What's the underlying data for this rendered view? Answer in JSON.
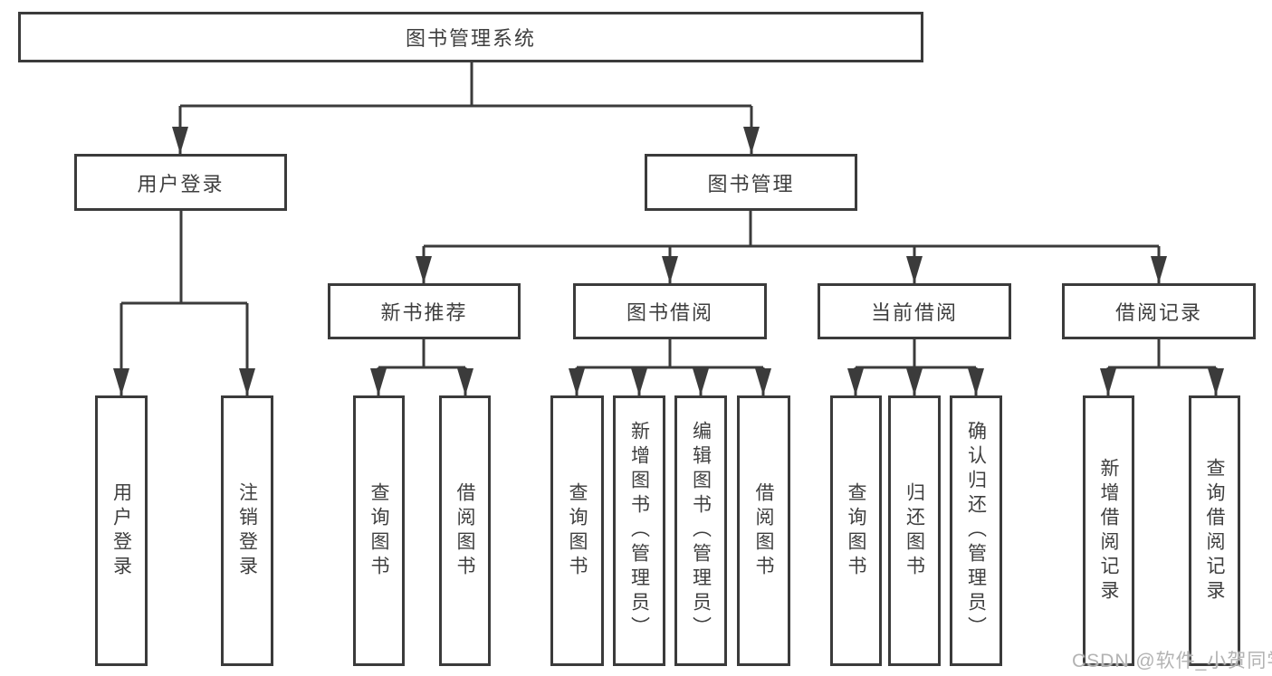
{
  "colors": {
    "line": "#3b3b3b",
    "text": "#3f3f3f",
    "watermark": "#b3b3b3",
    "bg": "#ffffff"
  },
  "tree": {
    "label": "图书管理系统",
    "children": [
      {
        "label": "用户登录",
        "children": [
          {
            "label": "用户登录"
          },
          {
            "label": "注销登录"
          }
        ]
      },
      {
        "label": "图书管理",
        "children": [
          {
            "label": "新书推荐",
            "children": [
              {
                "label": "查询图书"
              },
              {
                "label": "借阅图书"
              }
            ]
          },
          {
            "label": "图书借阅",
            "children": [
              {
                "label": "查询图书"
              },
              {
                "label": "新增图书（管理员）"
              },
              {
                "label": "编辑图书（管理员）"
              },
              {
                "label": "借阅图书"
              }
            ]
          },
          {
            "label": "当前借阅",
            "children": [
              {
                "label": "查询图书"
              },
              {
                "label": "归还图书"
              },
              {
                "label": "确认归还（管理员）"
              }
            ]
          },
          {
            "label": "借阅记录",
            "children": [
              {
                "label": "新增借阅记录"
              },
              {
                "label": "查询借阅记录"
              }
            ]
          }
        ]
      }
    ]
  },
  "watermark": {
    "text": "CSDN @软件_小贺同学"
  }
}
